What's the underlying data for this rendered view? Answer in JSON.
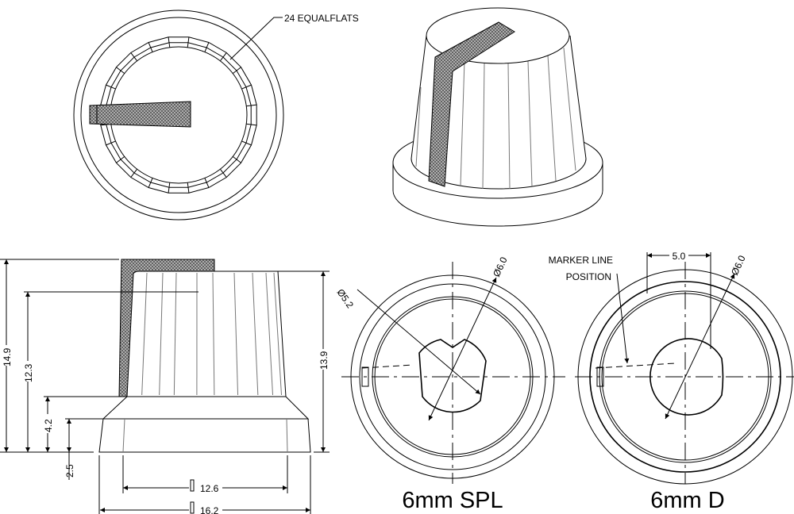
{
  "drawing": {
    "top_view": {
      "callout": "24 EQUALFLATS"
    },
    "side_view": {
      "dimensions": {
        "total_height": "14.9",
        "marker_height": "12.3",
        "skirt_height": "4.2",
        "base_height": "2.5",
        "body_height": "13.9",
        "inner_diameter": "12.6",
        "outer_diameter": "16.2"
      }
    },
    "spl_view": {
      "title": "6mm SPL",
      "dim_small": "Ø5.2",
      "dim_large": "Ø6.0"
    },
    "d_view": {
      "title": "6mm D",
      "callout": "MARKER LINE",
      "callout_line2": "POSITION",
      "dim_flat": "5.0",
      "dim_diameter": "Ø6.0"
    }
  }
}
